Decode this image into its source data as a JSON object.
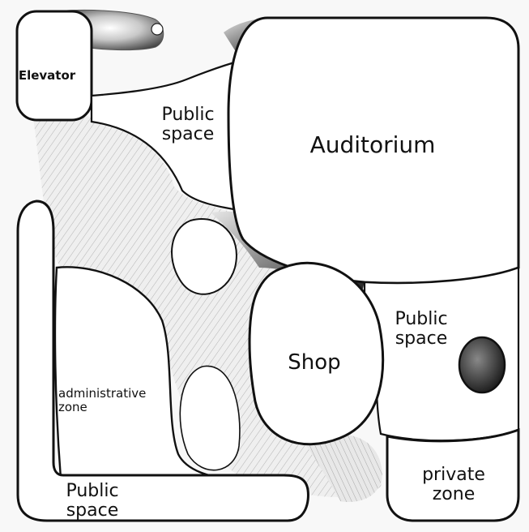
{
  "zones": {
    "elevator": "Elevator",
    "public_space_top": [
      "Public",
      "space"
    ],
    "auditorium": "Auditorium",
    "public_space_right": [
      "Public",
      "space"
    ],
    "shop": "Shop",
    "administrative": [
      "administrative",
      "zone"
    ],
    "public_space_bottom": [
      "Public",
      "space"
    ],
    "private": [
      "private",
      "zone"
    ]
  }
}
